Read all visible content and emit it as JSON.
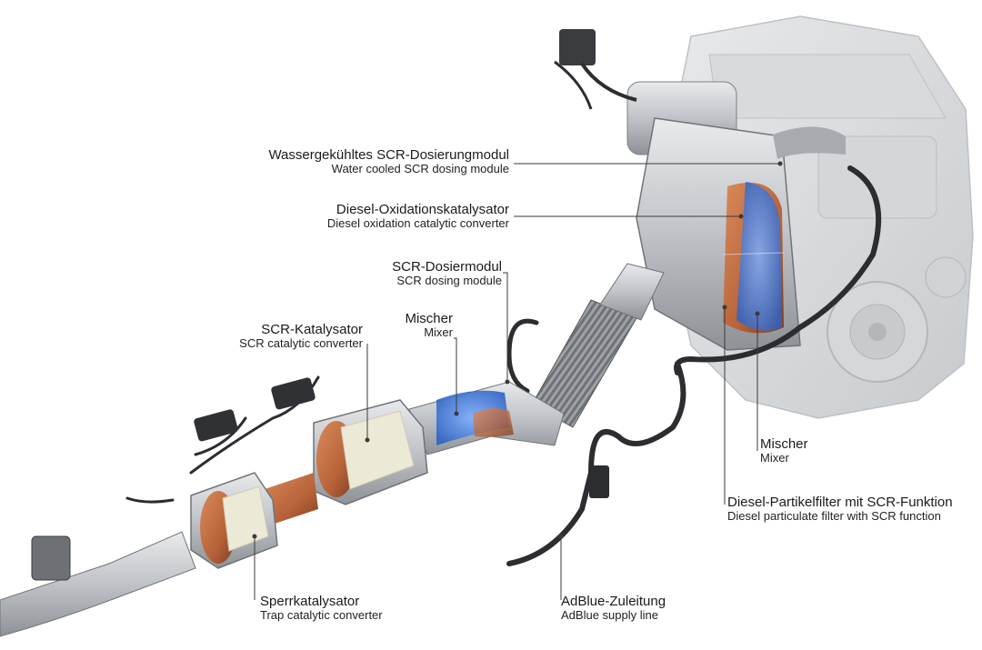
{
  "labels": {
    "dosing_water": {
      "de": "Wassergekühltes SCR-Dosierungmodul",
      "en": "Water cooled SCR dosing module"
    },
    "doc": {
      "de": "Diesel-Oxidationskatalysator",
      "en": "Diesel oxidation catalytic converter"
    },
    "scr_dosing": {
      "de": "SCR-Dosiermodul",
      "en": "SCR dosing module"
    },
    "scr_cat": {
      "de": "SCR-Katalysator",
      "en": "SCR catalytic converter"
    },
    "mixer_left": {
      "de": "Mischer",
      "en": "Mixer"
    },
    "mixer_right": {
      "de": "Mischer",
      "en": "Mixer"
    },
    "dpf": {
      "de": "Diesel-Partikelfilter mit SCR-Funktion",
      "en": "Diesel particulate filter with SCR function"
    },
    "trap": {
      "de": "Sperrkatalysator",
      "en": "Trap catalytic converter"
    },
    "adblue": {
      "de": "AdBlue-Zuleitung",
      "en": "AdBlue supply line"
    }
  },
  "colors": {
    "metal": "#c4c7cb",
    "metal_dark": "#8e9296",
    "engine": "#d7d9dc",
    "catalyst_copper": "#b8633a",
    "substrate": "#ece9d6",
    "hose": "#2b2d30",
    "mix_blue": "#2e63c4",
    "leader": "#3a3a3a"
  }
}
